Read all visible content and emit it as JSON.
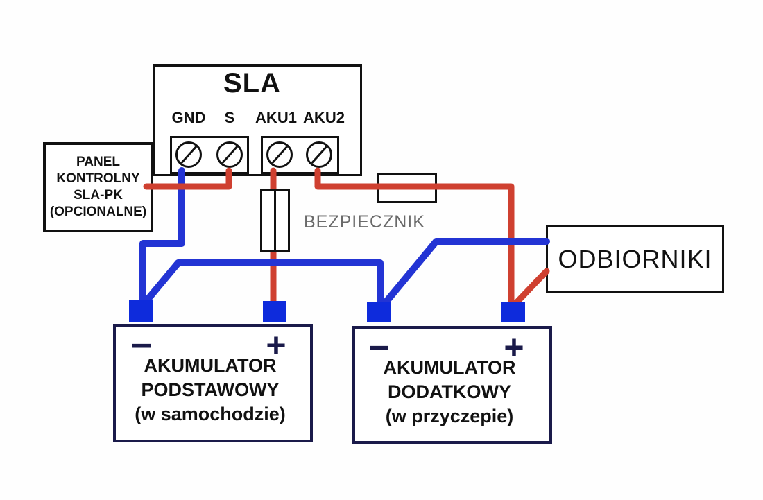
{
  "sla": {
    "title": "SLA",
    "terminals": [
      "GND",
      "S",
      "AKU1",
      "AKU2"
    ]
  },
  "panel": {
    "lines": [
      "PANEL",
      "KONTROLNY",
      "SLA-PK",
      "(OPCIONALNE)"
    ]
  },
  "fuse_label": "BEZPIECZNIK",
  "receivers": {
    "label": "ODBIORNIKI"
  },
  "battery_primary": {
    "minus_sign": "−",
    "plus_sign": "+",
    "lines": [
      "AKUMULATOR",
      "PODSTAWOWY",
      "(w samochodzie)"
    ]
  },
  "battery_secondary": {
    "minus_sign": "−",
    "plus_sign": "+",
    "lines": [
      "AKUMULATOR",
      "DODATKOWY",
      "(w przyczepie)"
    ]
  },
  "colors": {
    "wire_positive_red": "#cf4030",
    "wire_negative_blue": "#2334d4",
    "terminal_post_blue": "#0e2bdc",
    "battery_border_navy": "#1a1a4a",
    "fuse_label_gray": "#6a6a6a"
  }
}
